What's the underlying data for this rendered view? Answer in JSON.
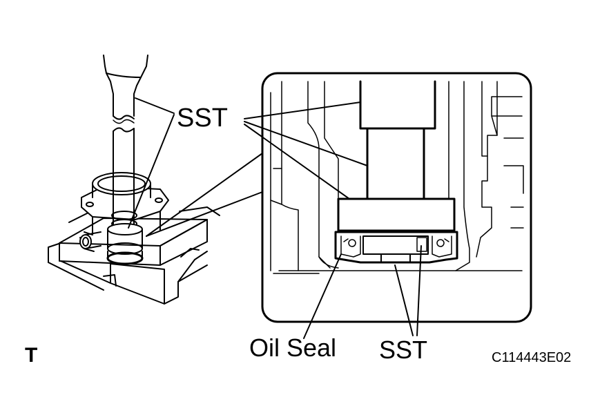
{
  "labels": {
    "sst_top": "SST",
    "oil_seal": "Oil Seal",
    "sst_bottom": "SST",
    "view_letter": "T",
    "figure_code": "C114443E02"
  },
  "colors": {
    "line": "#000000",
    "background": "#ffffff"
  }
}
